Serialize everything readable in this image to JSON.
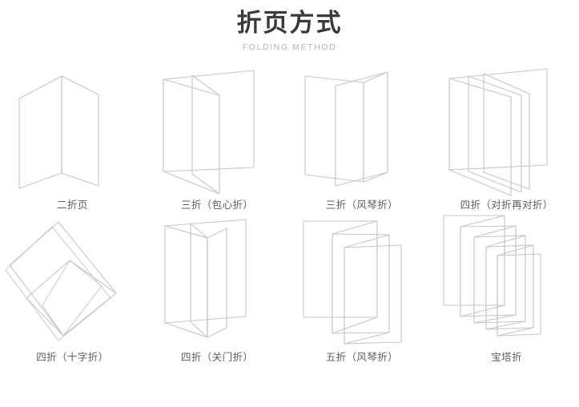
{
  "header": {
    "title": "折页方式",
    "subtitle": "FOLDING METHOD",
    "title_color": "#3a3a3a",
    "subtitle_color": "#b3b3b3"
  },
  "style": {
    "background": "#ffffff",
    "line_color": "#c6c6c6",
    "caption_color": "#5c5c5c"
  },
  "diagrams": {
    "row1": [
      {
        "label": "二折页",
        "name": "bi-fold"
      },
      {
        "label": "三折（包心折）",
        "name": "tri-fold-roll"
      },
      {
        "label": "三折（风琴折）",
        "name": "tri-fold-accordion"
      },
      {
        "label": "四折（对折再对折）",
        "name": "quad-fold-half-again"
      }
    ],
    "row2": [
      {
        "label": "四折（十字折）",
        "name": "quad-fold-cross"
      },
      {
        "label": "四折（关门折）",
        "name": "quad-fold-gate"
      },
      {
        "label": "五折（风琴折）",
        "name": "five-fold-accordion"
      },
      {
        "label": "宝塔折",
        "name": "pagoda-fold"
      }
    ]
  }
}
